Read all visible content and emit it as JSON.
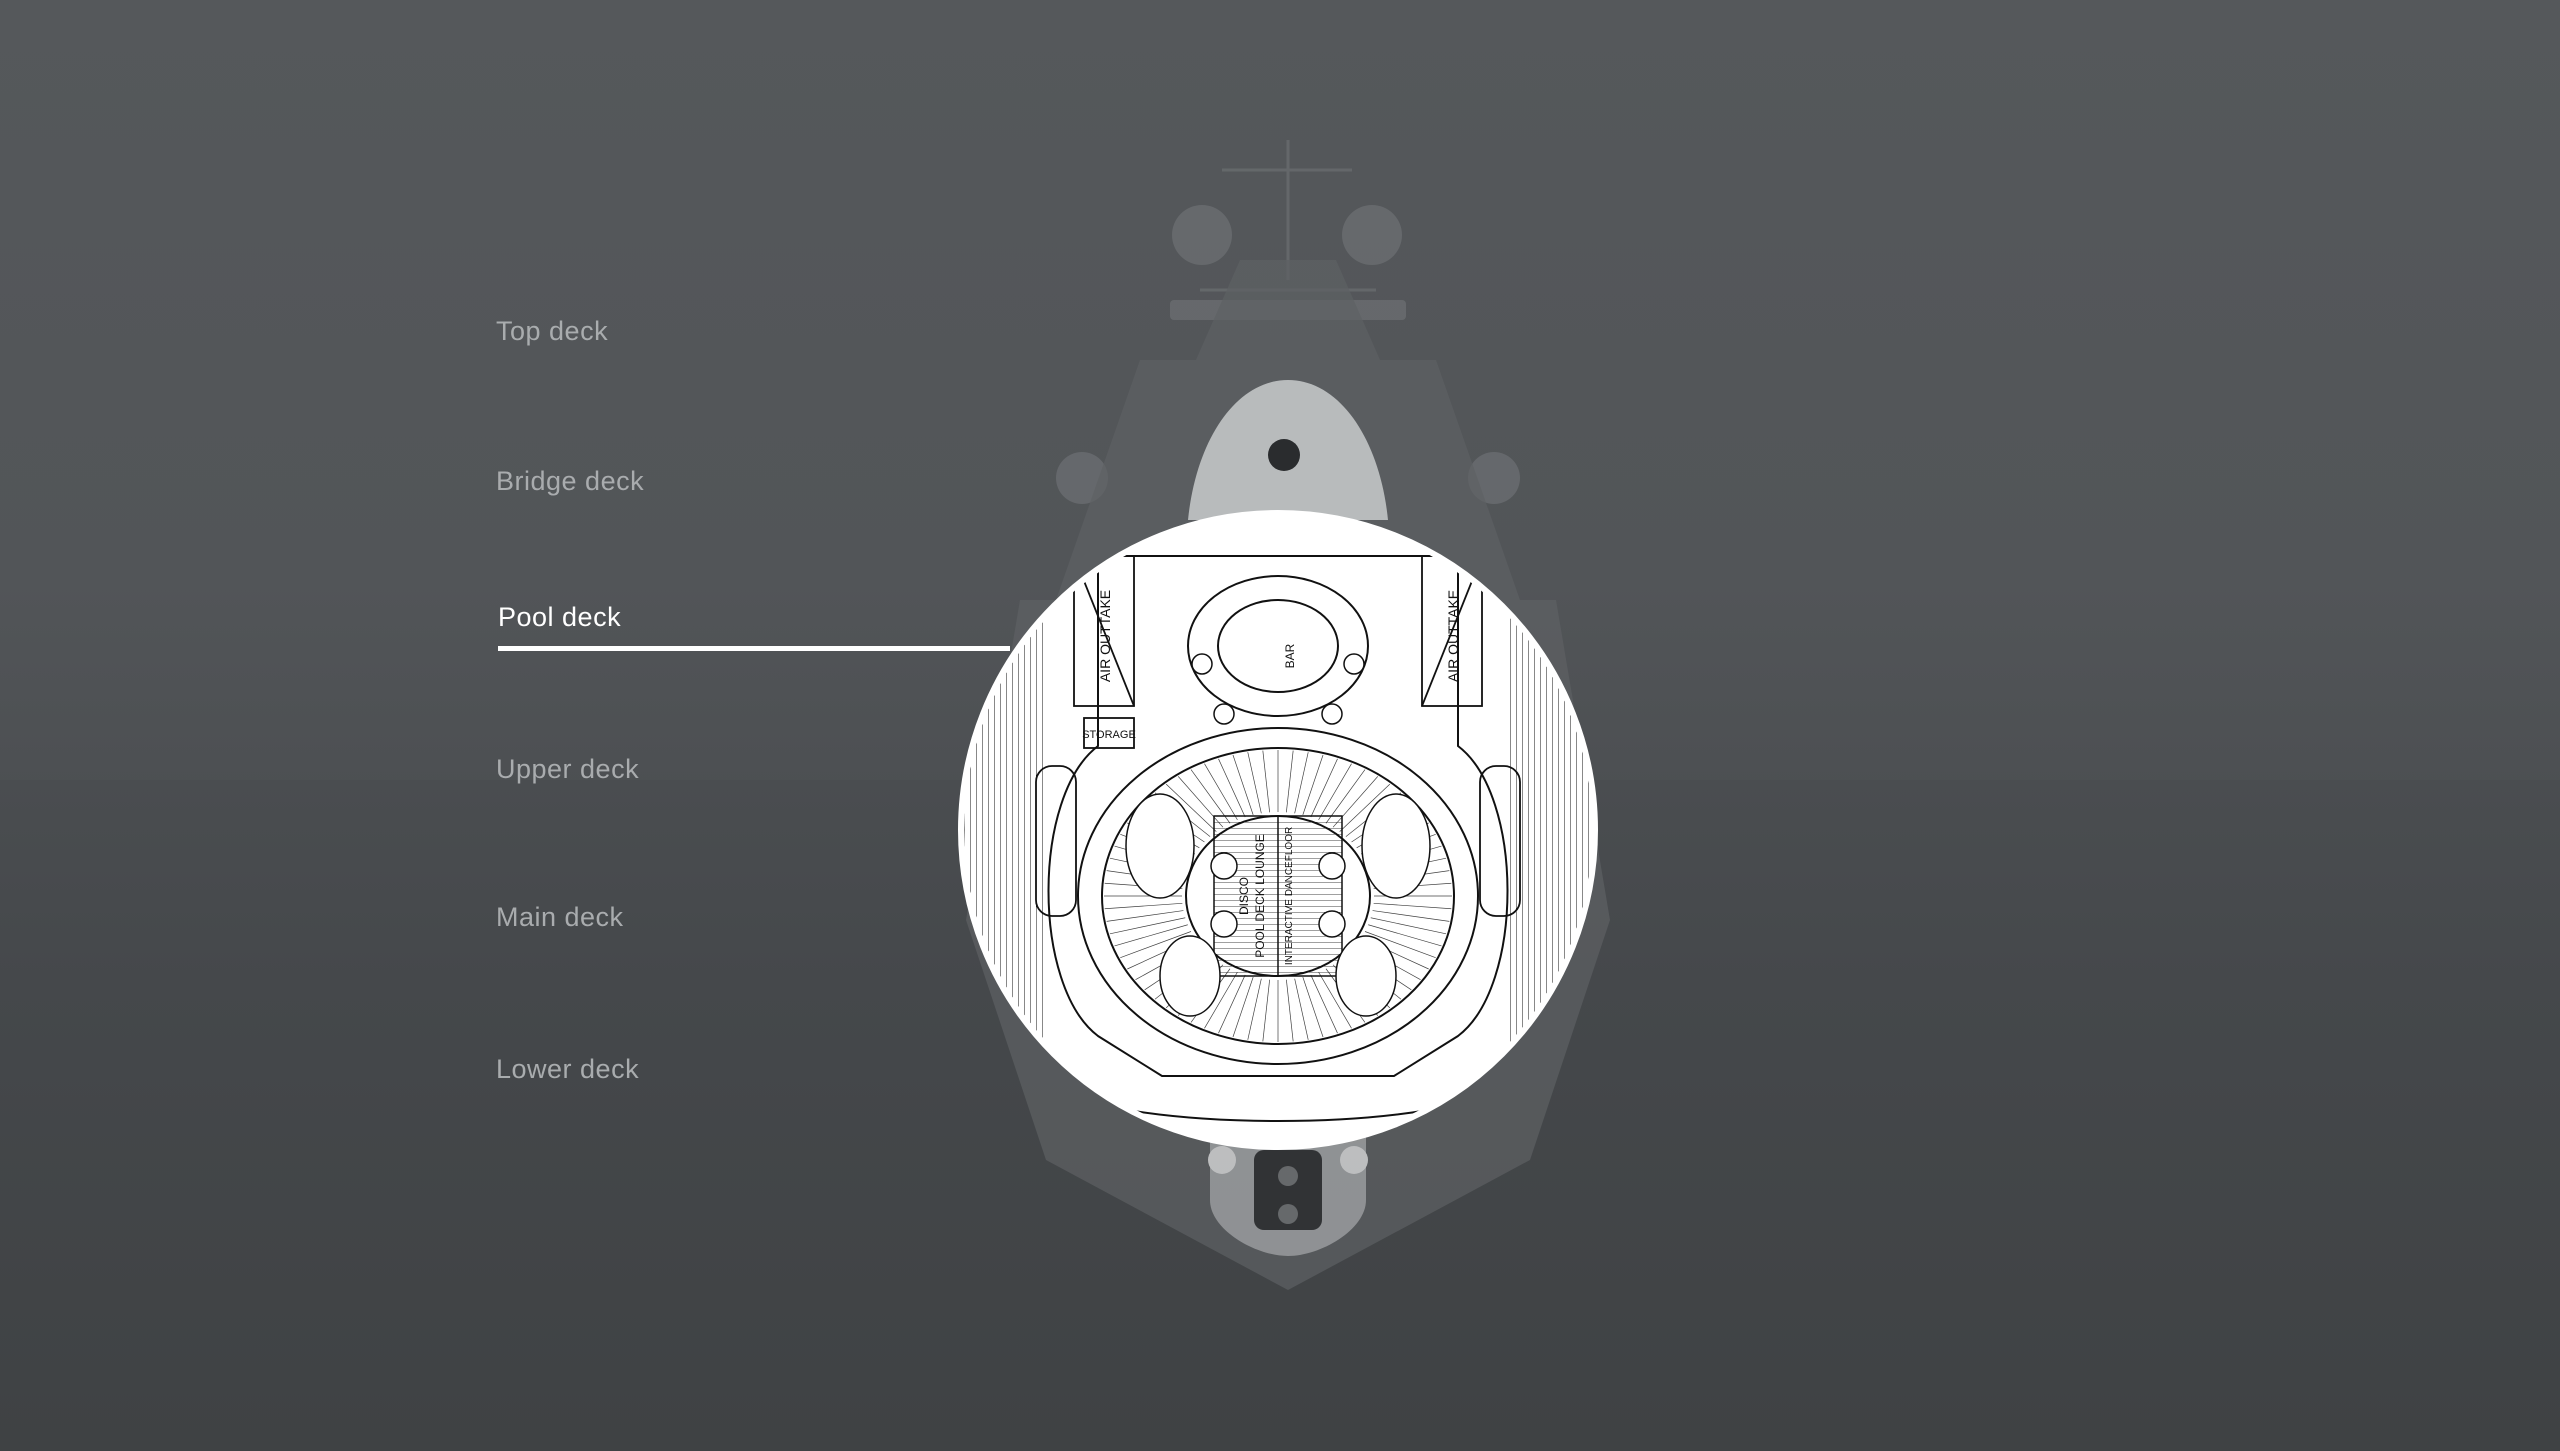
{
  "decks": {
    "items": [
      {
        "label": "Top deck",
        "active": false
      },
      {
        "label": "Bridge deck",
        "active": false
      },
      {
        "label": "Pool deck",
        "active": true
      },
      {
        "label": "Upper deck",
        "active": false
      },
      {
        "label": "Main deck",
        "active": false
      },
      {
        "label": "Lower deck",
        "active": false
      }
    ]
  },
  "plan": {
    "labels": {
      "air_outtake_left": "AIR OUTTAKE",
      "air_outtake_right": "AIR OUTTAKE",
      "storage": "STORAGE",
      "bar": "BAR",
      "disco": "DISCO",
      "pool_deck_lounge": "POOL DECK LOUNGE",
      "interactive_dancefloor": "INTERACTIVE DANCEFLOOR"
    }
  },
  "colors": {
    "background": "#535659",
    "active_text": "#ffffff",
    "inactive_text": "#a9acae",
    "plan_line": "#111111"
  }
}
